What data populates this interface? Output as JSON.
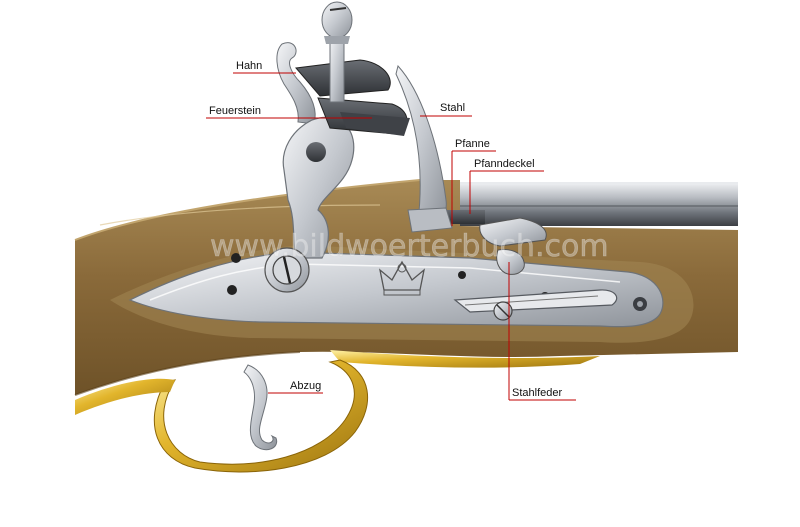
{
  "diagram": {
    "watermark": "www.bildwoerterbuch.com",
    "labels": {
      "hahn": "Hahn",
      "feuerstein": "Feuerstein",
      "stahl": "Stahl",
      "pfanne": "Pfanne",
      "pfanndeckel": "Pfanndeckel",
      "abzug": "Abzug",
      "stahlfeder": "Stahlfeder"
    },
    "colors": {
      "leader": "#c00000",
      "wood": "#8a6a3a",
      "brass": "#d9b02a",
      "steel": "#c9cdd3",
      "barrel": "#9aa0a8"
    }
  }
}
